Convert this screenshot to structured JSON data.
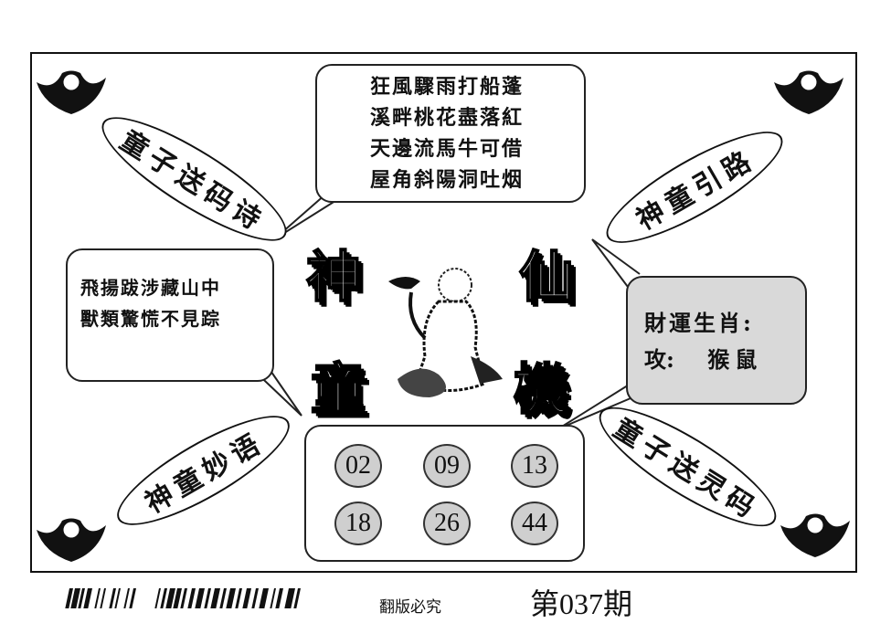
{
  "poem": {
    "lines": [
      "狂風驟雨打船蓬",
      "溪畔桃花盡落紅",
      "天邊流馬牛可借",
      "屋角斜陽洞吐烟"
    ]
  },
  "left_poem": {
    "lines": [
      "飛揚跋涉藏山中",
      "獸類驚慌不見踪"
    ]
  },
  "zodiac": {
    "title": "財運生肖:",
    "attack_label": "攻:",
    "animals": "猴鼠"
  },
  "ellipses": {
    "top_left": "童子送码诗",
    "top_right": "神童引路",
    "bottom_left": "神童妙语",
    "bottom_right": "童子送灵码"
  },
  "title_chars": [
    "神",
    "仙",
    "童",
    "機"
  ],
  "numbers": [
    "02",
    "09",
    "13",
    "18",
    "26",
    "44"
  ],
  "footer": {
    "notice": "翻版必究",
    "issue": "第037期"
  },
  "colors": {
    "ball_fill": "#cfcfcf",
    "zodiac_fill": "#d9d9d9"
  }
}
